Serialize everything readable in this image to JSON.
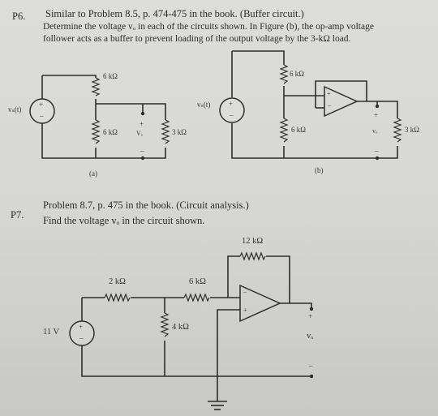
{
  "p6": {
    "number": "P6.",
    "line1": "Similar to Problem 8.5, p. 474-475 in the book. (Buffer circuit.)",
    "line2": "Determine the voltage vₒ in each of the circuits shown. In Figure (b), the op-amp voltage",
    "line3": "follower acts as a buffer to prevent loading of the output voltage by the 3-kΩ load.",
    "fig_a": {
      "source": "vₛ(t)",
      "r_top": "6 kΩ",
      "r_bottom": "6 kΩ",
      "r_load": "3 kΩ",
      "vo": "Vₒ",
      "plus": "+",
      "minus": "–",
      "caption": "(a)"
    },
    "fig_b": {
      "source": "vₛ(t)",
      "r_top": "6 kΩ",
      "r_bottom": "6 kΩ",
      "r_load": "3 kΩ",
      "vo": "vₒ",
      "plus": "+",
      "minus": "–",
      "caption": "(b)"
    }
  },
  "p7": {
    "number": "P7.",
    "line1": "Problem 8.7, p. 475 in the book. (Circuit analysis.)",
    "line2": "Find the voltage vₒ in the circuit shown.",
    "circuit": {
      "source": "11 V",
      "r1": "2 kΩ",
      "r2": "4 kΩ",
      "r3": "6 kΩ",
      "rf": "12 kΩ",
      "vo": "vₒ",
      "plus": "+",
      "minus": "–"
    }
  }
}
